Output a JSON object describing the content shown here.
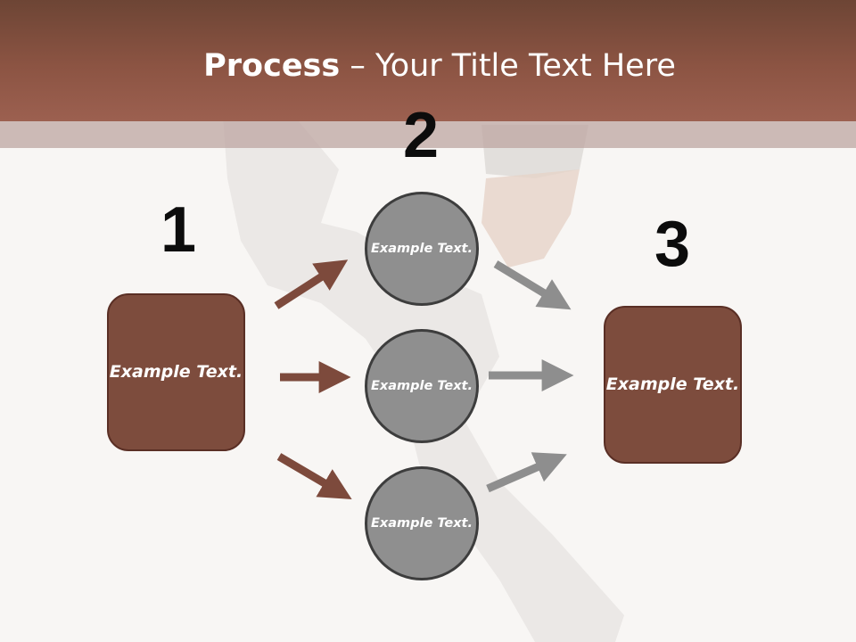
{
  "slide": {
    "title_bold": "Process",
    "title_rest": " – Your Title Text Here",
    "colors": {
      "header": "#8c5443",
      "box": "#7d4c3d",
      "circle": "#8f8f8f",
      "arrow_brown": "#7d4a3c",
      "arrow_gray": "#8e8e8e"
    },
    "step_numbers": [
      "1",
      "2",
      "3"
    ],
    "left_box": {
      "text": "Example Text."
    },
    "circles": [
      {
        "text": "Example Text."
      },
      {
        "text": "Example Text."
      },
      {
        "text": "Example Text."
      }
    ],
    "right_box": {
      "text": "Example Text."
    }
  }
}
